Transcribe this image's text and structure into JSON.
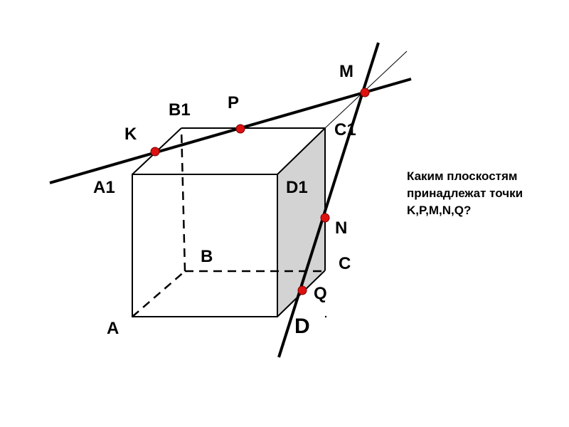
{
  "colors": {
    "background": "#ffffff",
    "line": "#000000",
    "face_fill": "#d3d3d3",
    "point_fill": "#dd1111"
  },
  "labels": {
    "A": "A",
    "B": "B",
    "C": "C",
    "D": "D",
    "A1": "A1",
    "B1": "B1",
    "C1": "C1",
    "D1": "D1",
    "K": "K",
    "P": "P",
    "M": "M",
    "N": "N",
    "Q": "Q"
  },
  "question": {
    "line1": "Каким плоскостям",
    "line2": "принадлежат точки",
    "line3": "K,P,M,N,Q?"
  }
}
